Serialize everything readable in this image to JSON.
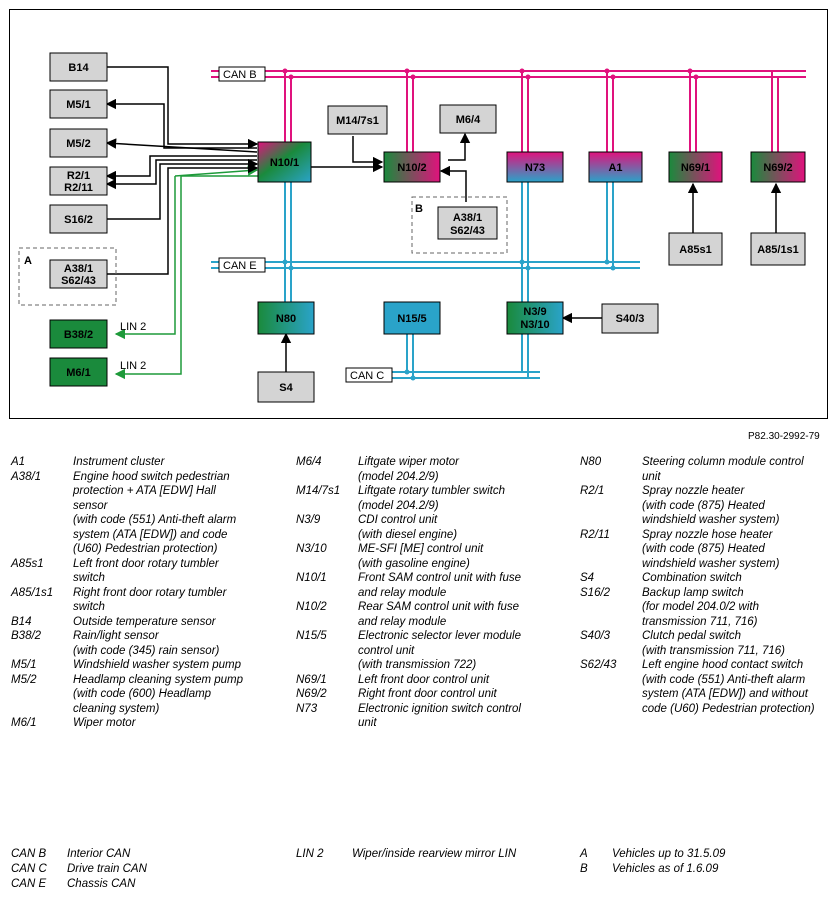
{
  "diagram": {
    "buses": {
      "can_b": "CAN B",
      "can_e": "CAN E",
      "can_c": "CAN C",
      "lin_upper": "LIN 2",
      "lin_lower": "LIN 2"
    },
    "boxes": {
      "b14": "B14",
      "m5_1": "M5/1",
      "m5_2": "M5/2",
      "r2_1": "R2/1",
      "r2_11": "R2/11",
      "s16_2": "S16/2",
      "a38_1_a": "A38/1",
      "s62_43_a": "S62/43",
      "b38_2": "B38/2",
      "m6_1": "M6/1",
      "n10_1": "N10/1",
      "m14_7s1": "M14/7s1",
      "m6_4": "M6/4",
      "n10_2": "N10/2",
      "a38_1_b": "A38/1",
      "s62_43_b": "S62/43",
      "n73": "N73",
      "a1": "A1",
      "n69_1": "N69/1",
      "n69_2": "N69/2",
      "a85s1": "A85s1",
      "a85_1s1": "A85/1s1",
      "n80": "N80",
      "s4": "S4",
      "n15_5": "N15/5",
      "n3_9": "N3/9",
      "n3_10": "N3/10",
      "s40_3": "S40/3"
    },
    "groups": {
      "a": "A",
      "b": "B"
    },
    "colors": {
      "can_b": "#e0127d",
      "can_e": "#2aa3c9",
      "lin": "#1e9a3a",
      "box_grey": "#d4d4d4",
      "green": "#1a8a3c",
      "magenta": "#e0127d",
      "cyan": "#2aa3c9"
    }
  },
  "reference": "P82.30-2992-79",
  "legend": {
    "col1": [
      {
        "code": "A1",
        "desc": "Instrument cluster"
      },
      {
        "code": "A38/1",
        "desc": "Engine hood switch pedestrian\nprotection + ATA [EDW] Hall\nsensor\n(with code (551) Anti-theft alarm\nsystem (ATA [EDW]) and code\n(U60) Pedestrian protection)"
      },
      {
        "code": "A85s1",
        "desc": "Left front door rotary tumbler\nswitch"
      },
      {
        "code": "A85/1s1",
        "desc": "Right front door rotary tumbler\nswitch"
      },
      {
        "code": "B14",
        "desc": "Outside temperature sensor"
      },
      {
        "code": "B38/2",
        "desc": "Rain/light sensor\n(with code (345) rain sensor)"
      },
      {
        "code": "M5/1",
        "desc": "Windshield washer system pump"
      },
      {
        "code": "M5/2",
        "desc": "Headlamp cleaning system pump\n(with code (600) Headlamp\ncleaning system)"
      },
      {
        "code": "M6/1",
        "desc": "Wiper motor"
      }
    ],
    "col2": [
      {
        "code": "M6/4",
        "desc": "Liftgate wiper motor\n(model 204.2/9)"
      },
      {
        "code": "M14/7s1",
        "desc": "Liftgate rotary tumbler switch\n(model 204.2/9)"
      },
      {
        "code": "N3/9",
        "desc": "CDI control unit\n(with diesel engine)"
      },
      {
        "code": "N3/10",
        "desc": "ME-SFI [ME] control unit\n(with gasoline engine)"
      },
      {
        "code": "N10/1",
        "desc": "Front SAM control unit with fuse\nand relay module"
      },
      {
        "code": "N10/2",
        "desc": "Rear SAM control unit with fuse\nand relay module"
      },
      {
        "code": "N15/5",
        "desc": "Electronic selector lever module\ncontrol unit\n(with transmission 722)"
      },
      {
        "code": "N69/1",
        "desc": "Left front door control unit"
      },
      {
        "code": "N69/2",
        "desc": "Right front door control unit"
      },
      {
        "code": "N73",
        "desc": "Electronic ignition switch control\nunit"
      }
    ],
    "col3": [
      {
        "code": "N80",
        "desc": "Steering column module control\nunit"
      },
      {
        "code": "R2/1",
        "desc": "Spray nozzle heater\n(with code (875) Heated\nwindshield washer system)"
      },
      {
        "code": "R2/11",
        "desc": "Spray nozzle hose heater\n(with code (875) Heated\nwindshield washer system)"
      },
      {
        "code": "S4",
        "desc": "Combination switch"
      },
      {
        "code": "S16/2",
        "desc": "Backup lamp switch\n (for model 204.0/2 with\ntransmission 711, 716)"
      },
      {
        "code": "S40/3",
        "desc": "Clutch pedal switch\n(with transmission 711, 716)"
      },
      {
        "code": "S62/43",
        "desc": "Left engine hood contact switch\n(with code (551) Anti-theft alarm\nsystem (ATA [EDW]) and without\ncode (U60) Pedestrian protection)"
      }
    ],
    "foot1": [
      {
        "code": "CAN B",
        "desc": "Interior CAN"
      },
      {
        "code": "CAN C",
        "desc": "Drive train CAN"
      },
      {
        "code": "CAN E",
        "desc": "Chassis CAN"
      }
    ],
    "foot2": [
      {
        "code": "LIN 2",
        "desc": "Wiper/inside rearview mirror LIN"
      }
    ],
    "foot3": [
      {
        "code": "A",
        "desc": "Vehicles up to 31.5.09"
      },
      {
        "code": "B",
        "desc": "Vehicles as of 1.6.09"
      }
    ]
  }
}
